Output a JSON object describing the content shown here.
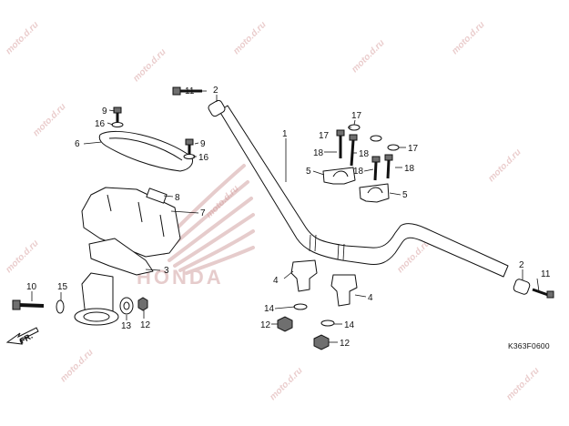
{
  "watermark": "moto.d.ru",
  "brand_watermark": "HONDA",
  "drawing_code": "K363F0600",
  "direction_label": "FR.",
  "callouts": [
    {
      "id": "c-1",
      "num": "1"
    },
    {
      "id": "c-2a",
      "num": "2"
    },
    {
      "id": "c-2b",
      "num": "2"
    },
    {
      "id": "c-3",
      "num": "3"
    },
    {
      "id": "c-4a",
      "num": "4"
    },
    {
      "id": "c-4b",
      "num": "4"
    },
    {
      "id": "c-5a",
      "num": "5"
    },
    {
      "id": "c-5b",
      "num": "5"
    },
    {
      "id": "c-6",
      "num": "6"
    },
    {
      "id": "c-7",
      "num": "7"
    },
    {
      "id": "c-8",
      "num": "8"
    },
    {
      "id": "c-9a",
      "num": "9"
    },
    {
      "id": "c-9b",
      "num": "9"
    },
    {
      "id": "c-10",
      "num": "10"
    },
    {
      "id": "c-11a",
      "num": "11"
    },
    {
      "id": "c-11b",
      "num": "11"
    },
    {
      "id": "c-12a",
      "num": "12"
    },
    {
      "id": "c-12b",
      "num": "12"
    },
    {
      "id": "c-12c",
      "num": "12"
    },
    {
      "id": "c-13",
      "num": "13"
    },
    {
      "id": "c-14a",
      "num": "14"
    },
    {
      "id": "c-14b",
      "num": "14"
    },
    {
      "id": "c-15",
      "num": "15"
    },
    {
      "id": "c-16a",
      "num": "16"
    },
    {
      "id": "c-16b",
      "num": "16"
    },
    {
      "id": "c-17a",
      "num": "17"
    },
    {
      "id": "c-17b",
      "num": "17"
    },
    {
      "id": "c-17c",
      "num": "17"
    },
    {
      "id": "c-18a",
      "num": "18"
    },
    {
      "id": "c-18b",
      "num": "18"
    },
    {
      "id": "c-18c",
      "num": "18"
    },
    {
      "id": "c-18d",
      "num": "18"
    }
  ]
}
